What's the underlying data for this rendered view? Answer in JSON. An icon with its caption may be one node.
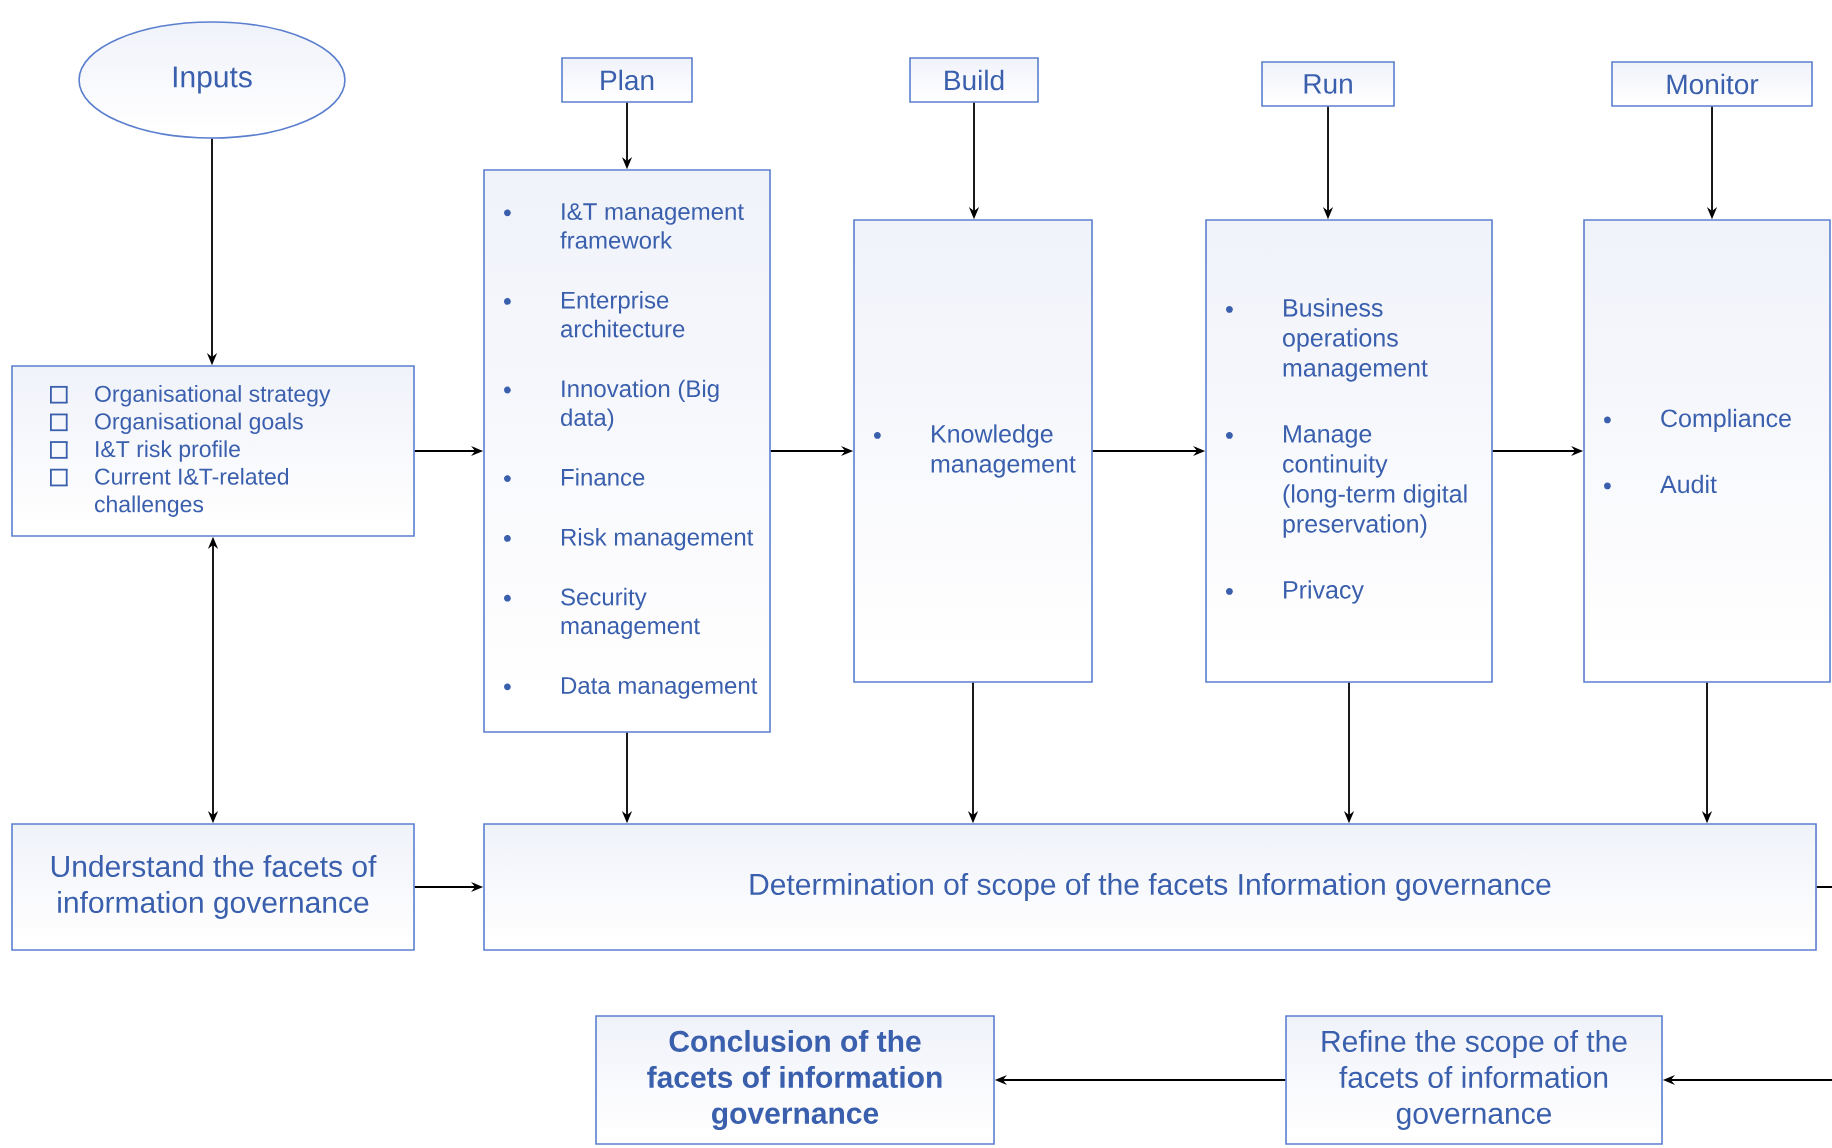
{
  "diagram": {
    "nodes": [
      {
        "text": [
          "Inputs"
        ]
      },
      {
        "text": [
          "Plan"
        ]
      },
      {
        "text": [
          "Build"
        ]
      },
      {
        "text": [
          "Run"
        ]
      },
      {
        "text": [
          "Monitor"
        ]
      },
      {
        "text": [
          "Organisational strategy",
          "Organisational goals",
          "I&T risk profile",
          "Current I&T-related challenges"
        ]
      },
      {
        "text": [
          "I&T management framework",
          "Enterprise architecture",
          "Innovation (Big data)",
          "Finance",
          "Risk management",
          "Security management",
          "Data management"
        ]
      },
      {
        "text": [
          "Knowledge management"
        ]
      },
      {
        "text": [
          "Business operations management",
          "Manage continuity (long-term digital preservation)",
          "Privacy"
        ]
      },
      {
        "text": [
          "Compliance",
          "Audit"
        ]
      },
      {
        "text": [
          "Understand the facets of information governance"
        ]
      },
      {
        "text": [
          "Determination of scope of the facets Information governance"
        ]
      },
      {
        "text": [
          "Conclusion of the facets of information governance"
        ]
      },
      {
        "text": [
          "Refine the scope of the facets of information governance"
        ]
      }
    ],
    "edges": [
      {
        "from": 0,
        "to": 5,
        "arrow": "to"
      },
      {
        "from": 1,
        "to": 6,
        "arrow": "to"
      },
      {
        "from": 2,
        "to": 7,
        "arrow": "to"
      },
      {
        "from": 3,
        "to": 8,
        "arrow": "to"
      },
      {
        "from": 4,
        "to": 9,
        "arrow": "to"
      },
      {
        "from": 5,
        "to": 6,
        "arrow": "to"
      },
      {
        "from": 6,
        "to": 7,
        "arrow": "to"
      },
      {
        "from": 7,
        "to": 8,
        "arrow": "to"
      },
      {
        "from": 8,
        "to": 9,
        "arrow": "to"
      },
      {
        "from": 5,
        "to": 10,
        "arrow": "both"
      },
      {
        "from": 10,
        "to": 11,
        "arrow": "to"
      },
      {
        "from": 6,
        "to": 11,
        "arrow": "to"
      },
      {
        "from": 7,
        "to": 11,
        "arrow": "to"
      },
      {
        "from": 8,
        "to": 11,
        "arrow": "to"
      },
      {
        "from": 9,
        "to": 11,
        "arrow": "to"
      },
      {
        "from": 11,
        "to": null,
        "arrow": "none"
      },
      {
        "from": null,
        "to": 13,
        "arrow": "to"
      },
      {
        "from": 13,
        "to": 12,
        "arrow": "to"
      }
    ]
  }
}
